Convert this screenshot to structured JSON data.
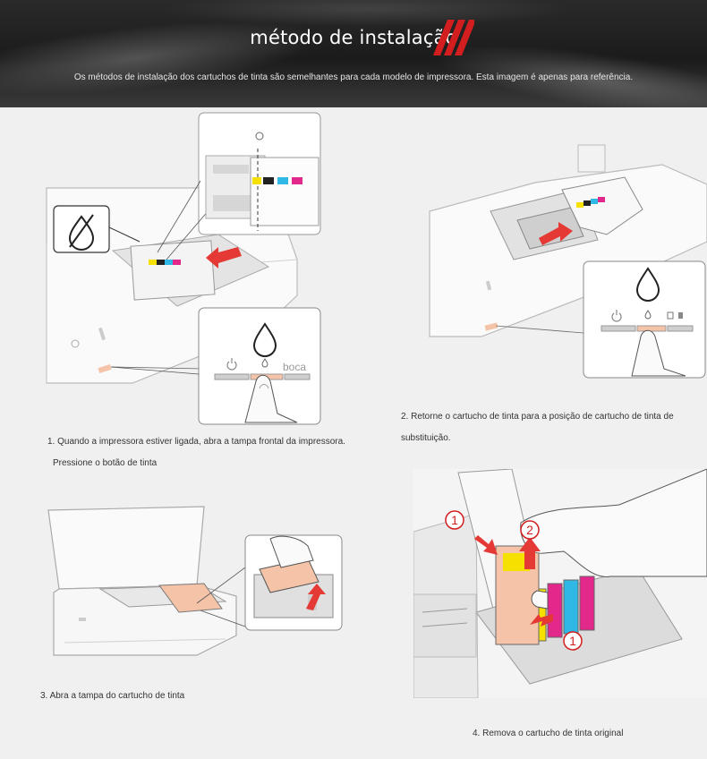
{
  "header": {
    "title": "método de instalação",
    "subtitle": "Os métodos de instalação dos cartuchos de tinta são semelhantes para cada modelo de impressora. Esta imagem é apenas para referência.",
    "accent_color": "#d21e1e"
  },
  "steps": [
    {
      "caption_line1": "1. Quando a impressora estiver ligada, abra a tampa frontal da impressora.",
      "caption_line2": "Pressione o botão de tinta",
      "button_label": "boca"
    },
    {
      "caption": "2. Retorne o cartucho de tinta para a posição de cartucho de tinta de substituição."
    },
    {
      "caption": "3. Abra a tampa do cartucho de tinta"
    },
    {
      "caption": "4. Remova o cartucho de tinta original",
      "markers": [
        "1",
        "2",
        "1"
      ]
    }
  ],
  "icons": [
    "ink-drop-icon",
    "no-ink-icon",
    "power-icon",
    "trash-icon",
    "arrow-icon"
  ],
  "colors": {
    "cartridge_yellow": "#f6e000",
    "cartridge_black": "#222222",
    "cartridge_cyan": "#2fb8e6",
    "cartridge_magenta": "#e2288a",
    "arrow_red": "#e53935",
    "highlight_peach": "#f5c4a8"
  }
}
